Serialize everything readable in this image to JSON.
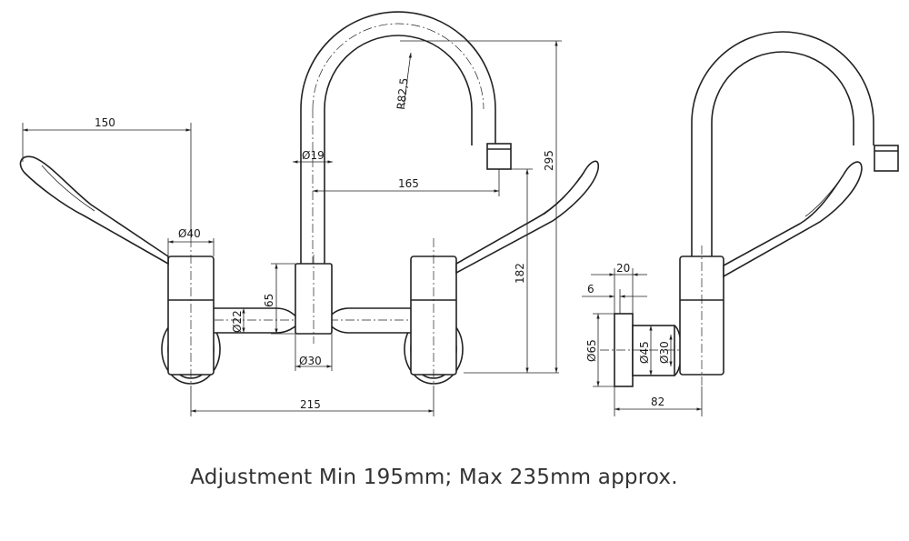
{
  "dimensions": {
    "lever_reach": "150",
    "body_diameter": "Ø40",
    "bridge_diameter": "Ø22",
    "body_height": "65",
    "base_diameter": "Ø30",
    "centres": "215",
    "spout_bend_radius": "R82,5",
    "spout_diameter": "Ø19",
    "spout_reach": "165",
    "spout_outlet_height": "182",
    "overall_height": "295",
    "flange_thickness": "20",
    "flange_gap": "6",
    "flange_diameter": "Ø65",
    "inlet_diameter": "Ø45",
    "inlet_pipe_diameter": "Ø30",
    "wall_to_body": "82"
  },
  "caption": "Adjustment Min 195mm; Max 235mm approx."
}
